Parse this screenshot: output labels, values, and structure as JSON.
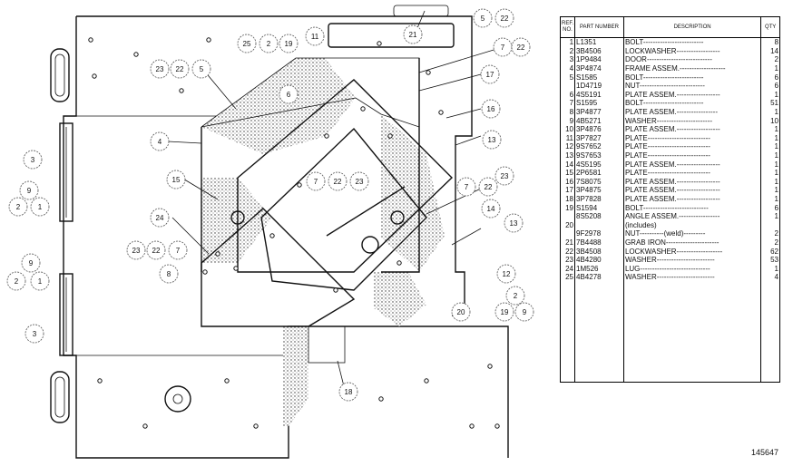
{
  "table": {
    "headers": {
      "ref": "REF. NO.",
      "part_number": "PART NUMBER",
      "description": "DESCRIPTION",
      "qty": "QTY"
    },
    "rows": [
      {
        "ref": "1",
        "part_number": "L1351",
        "description": "BOLT-------------------------",
        "qty": "8"
      },
      {
        "ref": "2",
        "part_number": "3B4506",
        "description": "LOCKWASHER------------------",
        "qty": "14"
      },
      {
        "ref": "3",
        "part_number": "1P9484",
        "description": "DOOR---------------------------",
        "qty": "2"
      },
      {
        "ref": "4",
        "part_number": "3P4874",
        "description": "FRAME ASSEM.-------------------",
        "qty": "1"
      },
      {
        "ref": "5",
        "part_number": "S1585",
        "description": "BOLT-------------------------",
        "qty": "6"
      },
      {
        "ref": "",
        "part_number": "1D4719",
        "description": "NUT---------------------------",
        "qty": "6"
      },
      {
        "ref": "6",
        "part_number": "4S5191",
        "description": "PLATE ASSEM.------------------",
        "qty": "1"
      },
      {
        "ref": "7",
        "part_number": "S1595",
        "description": "BOLT-------------------------",
        "qty": "51"
      },
      {
        "ref": "8",
        "part_number": "3P4877",
        "description": "PLATE ASSEM.-----------------",
        "qty": "1"
      },
      {
        "ref": "9",
        "part_number": "4B5271",
        "description": "WASHER-----------------------",
        "qty": "10"
      },
      {
        "ref": "10",
        "part_number": "3P4876",
        "description": "PLATE ASSEM.------------------",
        "qty": "1"
      },
      {
        "ref": "11",
        "part_number": "3P7827",
        "description": "PLATE--------------------------",
        "qty": "1"
      },
      {
        "ref": "12",
        "part_number": "9S7652",
        "description": "PLATE--------------------------",
        "qty": "1"
      },
      {
        "ref": "13",
        "part_number": "9S7653",
        "description": "PLATE--------------------------",
        "qty": "1"
      },
      {
        "ref": "14",
        "part_number": "4S5195",
        "description": "PLATE ASSEM.------------------",
        "qty": "1"
      },
      {
        "ref": "15",
        "part_number": "2P6581",
        "description": "PLATE--------------------------",
        "qty": "1"
      },
      {
        "ref": "16",
        "part_number": "7S8075",
        "description": "PLATE ASSEM.------------------",
        "qty": "1"
      },
      {
        "ref": "17",
        "part_number": "3P4875",
        "description": "PLATE ASSEM.------------------",
        "qty": "1"
      },
      {
        "ref": "18",
        "part_number": "3P7828",
        "description": "PLATE ASSEM.------------------",
        "qty": "1"
      },
      {
        "ref": "19",
        "part_number": "S1594",
        "description": "BOLT---------------------------",
        "qty": "6"
      },
      {
        "ref": "",
        "part_number": "8S5208",
        "description": "ANGLE ASSEM.-----------------",
        "qty": "1"
      },
      {
        "ref": "20",
        "part_number": "",
        "description": "(includes)",
        "qty": ""
      },
      {
        "ref": "",
        "part_number": "9F2978",
        "description": "NUT----------(weld)---------",
        "qty": "2"
      },
      {
        "ref": "21",
        "part_number": "7B4488",
        "description": "GRAB IRON----------------------",
        "qty": "2"
      },
      {
        "ref": "22",
        "part_number": "3B4508",
        "description": "LOCKWASHER-------------------",
        "qty": "62"
      },
      {
        "ref": "23",
        "part_number": "4B4280",
        "description": "WASHER------------------------",
        "qty": "53"
      },
      {
        "ref": "24",
        "part_number": "1M526",
        "description": "LUG-----------------------------",
        "qty": "1"
      },
      {
        "ref": "25",
        "part_number": "4B4278",
        "description": "WASHER------------------------",
        "qty": "4"
      }
    ]
  },
  "drawing_number": "145647",
  "callouts": [
    "21",
    "5",
    "22",
    "11",
    "25",
    "2",
    "19",
    "7",
    "22",
    "23",
    "22",
    "5",
    "17",
    "6",
    "16",
    "4",
    "13",
    "3",
    "15",
    "7",
    "22",
    "23",
    "7",
    "22",
    "23",
    "9",
    "2",
    "1",
    "24",
    "14",
    "13",
    "23",
    "22",
    "7",
    "8",
    "9",
    "2",
    "1",
    "12",
    "2",
    "20",
    "19",
    "9",
    "3",
    "18"
  ]
}
